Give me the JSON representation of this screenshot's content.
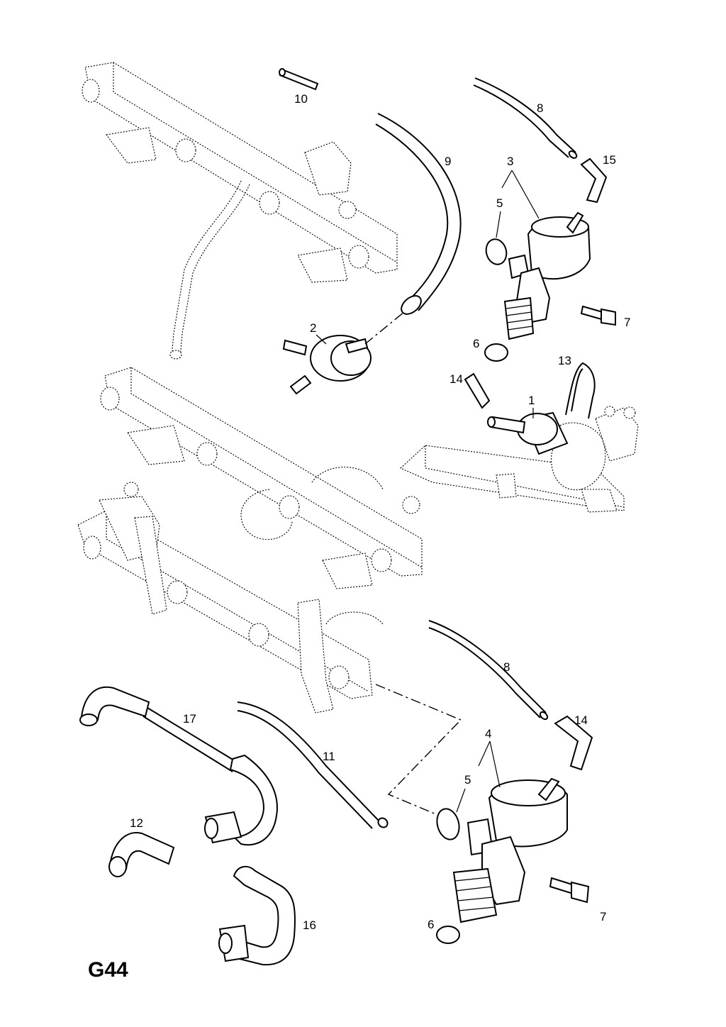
{
  "plate_code": "G44",
  "callouts": {
    "c1": "1",
    "c2": "2",
    "c3": "3",
    "c4": "4",
    "c5a": "5",
    "c5b": "5",
    "c6a": "6",
    "c6b": "6",
    "c7a": "7",
    "c7b": "7",
    "c8a": "8",
    "c8b": "8",
    "c9": "9",
    "c10": "10",
    "c11": "11",
    "c12": "12",
    "c13": "13",
    "c14a": "14",
    "c14b": "14",
    "c15": "15",
    "c16": "16",
    "c17": "17"
  }
}
